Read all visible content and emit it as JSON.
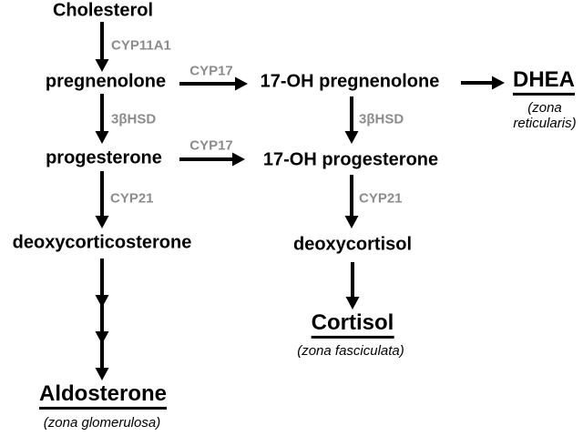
{
  "colors": {
    "background": "#ffffff",
    "text": "#000000",
    "enzyme_label": "#8c8c8c",
    "arrow": "#000000"
  },
  "nodes": {
    "cholesterol": "Cholesterol",
    "pregnenolone": "pregnenolone",
    "oh_pregnenolone": "17-OH pregnenolone",
    "dhea": "DHEA",
    "dhea_zone": "(zona reticularis)",
    "progesterone": "progesterone",
    "oh_progesterone": "17-OH progesterone",
    "deoxycorticosterone": "deoxycorticosterone",
    "deoxycortisol": "deoxycortisol",
    "cortisol": "Cortisol",
    "cortisol_zone": "(zona fasciculata)",
    "aldosterone": "Aldosterone",
    "aldosterone_zone": "(zona glomerulosa)"
  },
  "enzymes": {
    "cyp11a1": "CYP11A1",
    "cyp17": "CYP17",
    "hsd3b": "3βHSD",
    "cyp21": "CYP21"
  }
}
